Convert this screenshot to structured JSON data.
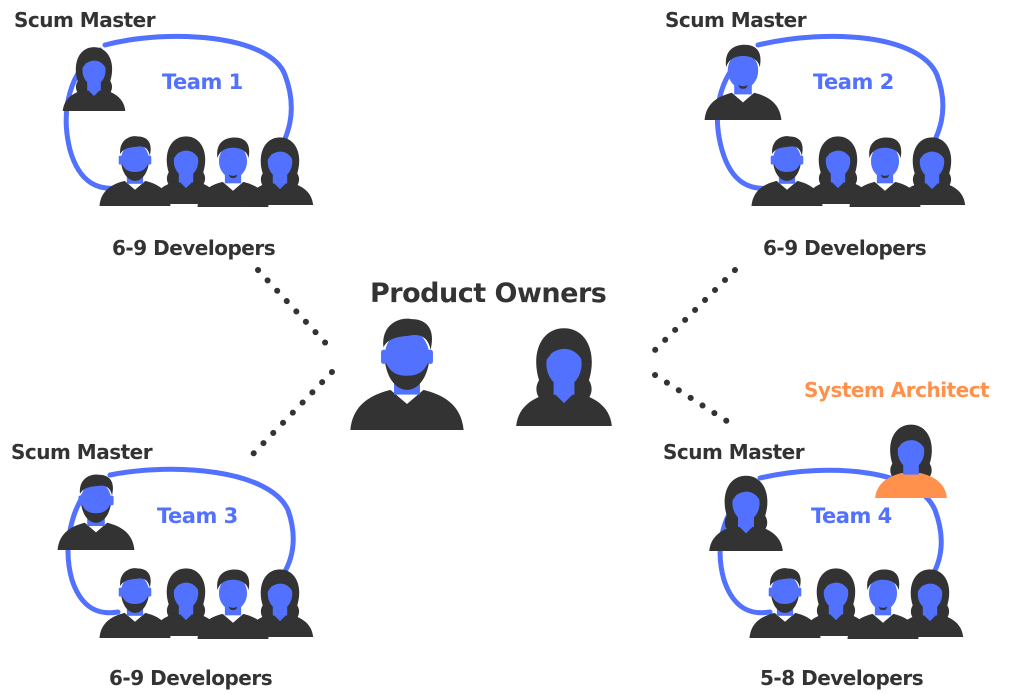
{
  "colors": {
    "accent": "#5271ff",
    "dark": "#333333",
    "architect": "#ff914d"
  },
  "center": {
    "title": "Product Owners",
    "members": [
      {
        "icon": "bearded-man-icon"
      },
      {
        "icon": "woman-icon"
      }
    ]
  },
  "teams": [
    {
      "team_label": "Team 1",
      "scrum_master_label": "Scum Master",
      "developers_label": "6-9 Developers",
      "scrum_master_icon": "woman-icon"
    },
    {
      "team_label": "Team 2",
      "scrum_master_label": "Scum Master",
      "developers_label": "6-9 Developers",
      "scrum_master_icon": "man-icon"
    },
    {
      "team_label": "Team 3",
      "scrum_master_label": "Scum Master",
      "developers_label": "6-9 Developers",
      "scrum_master_icon": "bearded-man-icon"
    },
    {
      "team_label": "Team 4",
      "scrum_master_label": "Scum Master",
      "developers_label": "5-8 Developers",
      "scrum_master_icon": "woman-icon"
    }
  ],
  "system_architect": {
    "label": "System Architect",
    "icon": "woman-icon"
  },
  "developer_icons": [
    "bearded-man-icon",
    "woman-icon",
    "man-icon",
    "woman-icon"
  ]
}
